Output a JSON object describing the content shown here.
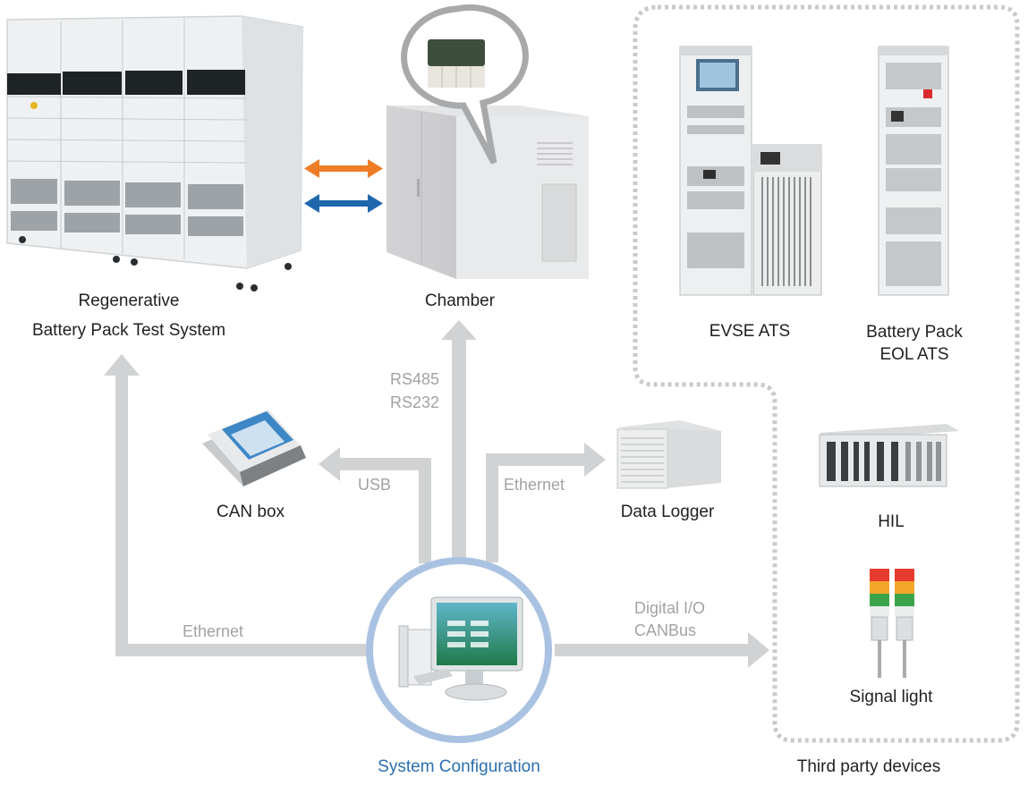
{
  "devices": {
    "regen": {
      "line1": "Regenerative",
      "line2": "Battery Pack Test System"
    },
    "chamber": "Chamber",
    "evse": "EVSE ATS",
    "eol": {
      "line1": "Battery Pack",
      "line2": "EOL ATS"
    },
    "hil": "HIL",
    "signal": "Signal light",
    "canbox": "CAN box",
    "logger": "Data Logger",
    "system": "System Configuration",
    "third_party": "Third party devices"
  },
  "connections": {
    "rs485": "RS485",
    "rs232": "RS232",
    "usb": "USB",
    "ethernet_logger": "Ethernet",
    "ethernet_regen": "Ethernet",
    "digital_io": "Digital I/O",
    "canbus": "CANBus"
  },
  "colors": {
    "arrow_gray": "#d0d2d3",
    "arrow_orange": "#ee7d28",
    "arrow_blue": "#1f67ad",
    "circle": "#a9c2e2",
    "label_blue": "#2a6fb0"
  }
}
